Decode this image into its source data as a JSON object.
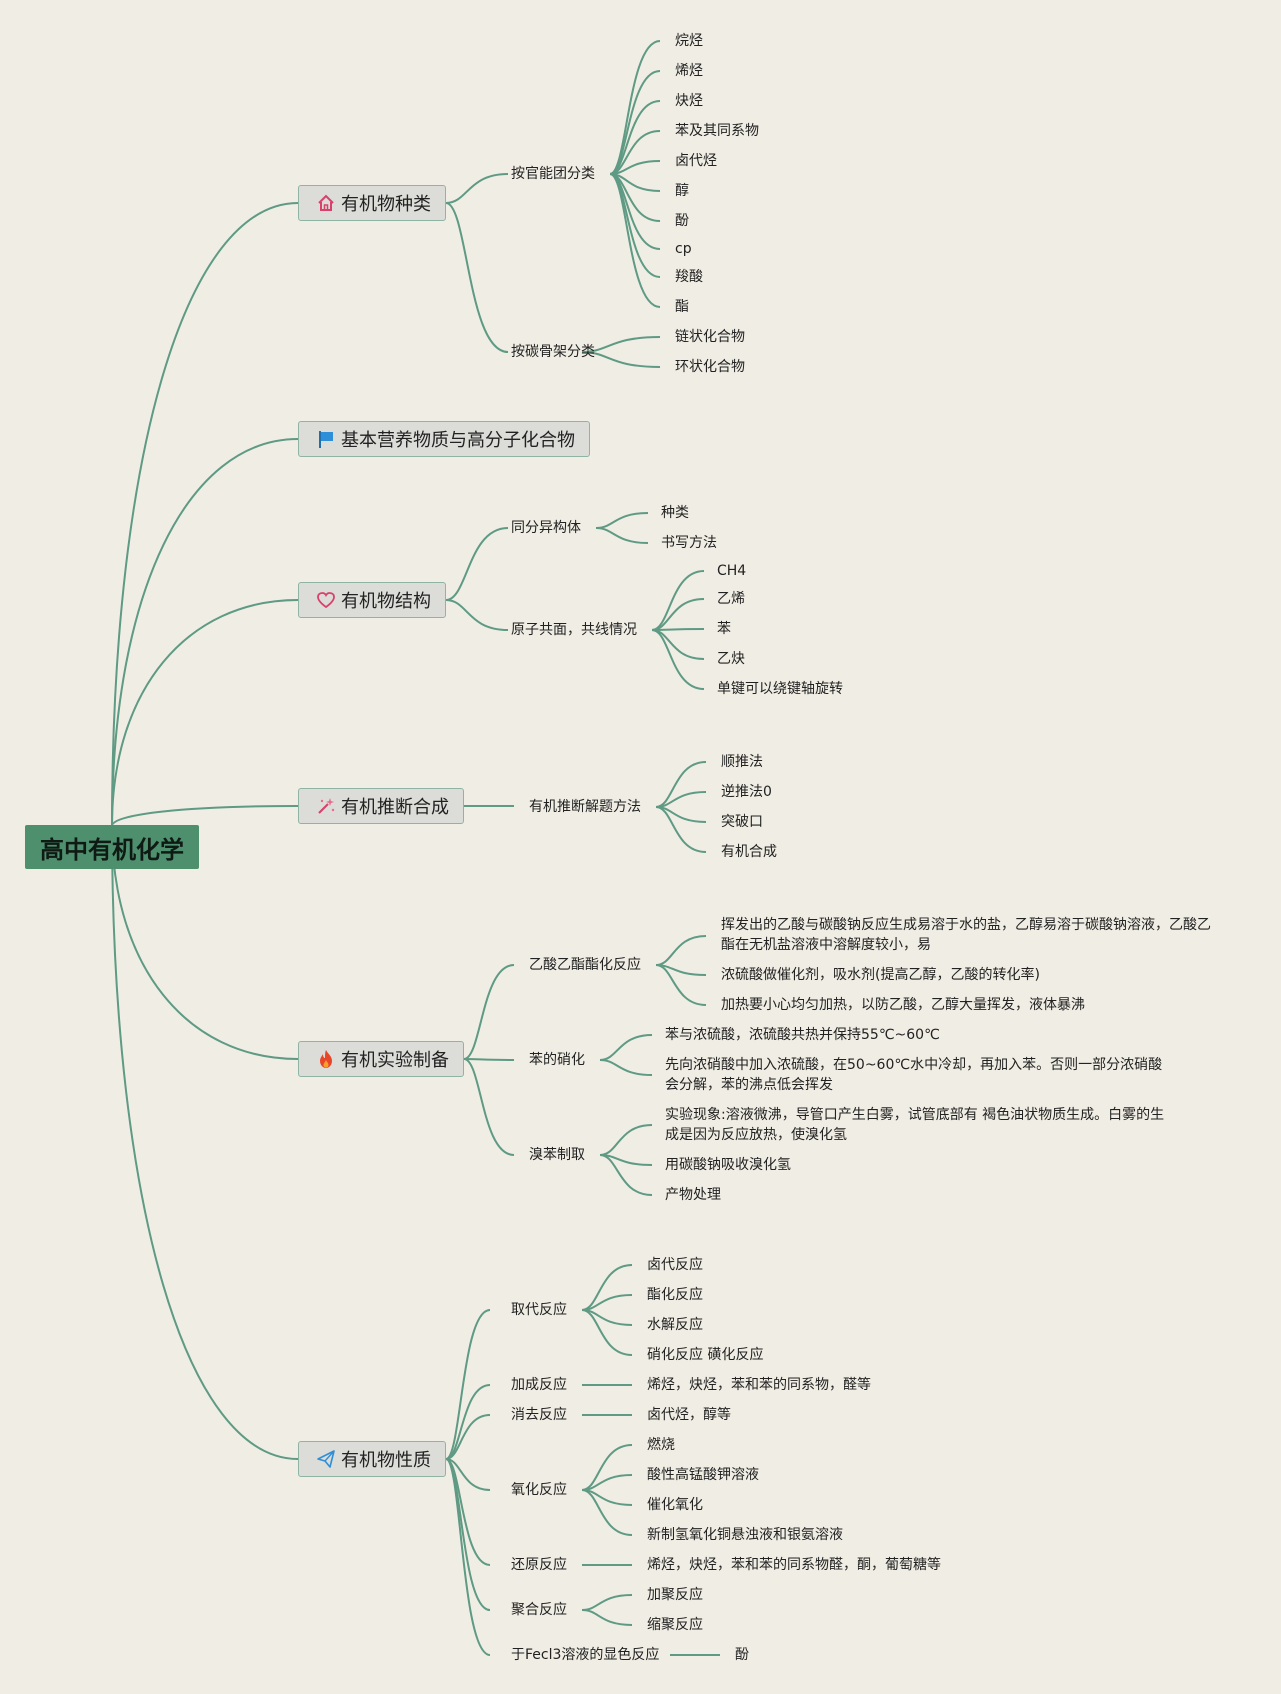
{
  "root": "高中有机化学",
  "colors": {
    "line": "#5e9a84",
    "root_bg": "#4e8f6e",
    "topic_bg": "#dcdcd8",
    "bg": "#f0ede4"
  },
  "topics": {
    "kinds": {
      "label": "有机物种类",
      "icon": "home-icon"
    },
    "nutrition": {
      "label": "基本营养物质与高分子化合物",
      "icon": "flag-icon"
    },
    "structure": {
      "label": "有机物结构",
      "icon": "heart-icon"
    },
    "synthesis": {
      "label": "有机推断合成",
      "icon": "magic-wand-icon"
    },
    "experiment": {
      "label": "有机实验制备",
      "icon": "fire-icon"
    },
    "property": {
      "label": "有机物性质",
      "icon": "paper-plane-icon"
    }
  },
  "kinds": {
    "functional": {
      "label": "按官能团分类",
      "items": [
        "烷烃",
        "烯烃",
        "炔烃",
        "苯及其同系物",
        "卤代烃",
        "醇",
        "酚",
        "cp",
        "羧酸",
        "酯"
      ]
    },
    "skeleton": {
      "label": "按碳骨架分类",
      "items": [
        "链状化合物",
        "环状化合物"
      ]
    }
  },
  "structure": {
    "isomer": {
      "label": "同分异构体",
      "items": [
        "种类",
        "书写方法"
      ]
    },
    "coplanar": {
      "label": "原子共面，共线情况",
      "items": [
        "CH4",
        "乙烯",
        "苯",
        "乙炔",
        "单键可以绕键轴旋转"
      ]
    }
  },
  "synthesis": {
    "method": {
      "label": "有机推断解题方法",
      "items": [
        "顺推法",
        "逆推法0",
        "突破口",
        "有机合成"
      ]
    }
  },
  "experiment": {
    "ester": {
      "label": "乙酸乙酯酯化反应",
      "items": [
        "挥发出的乙酸与碳酸钠反应生成易溶于水的盐，乙醇易溶于碳酸钠溶液，乙酸乙酯在无机盐溶液中溶解度较小，易",
        "浓硫酸做催化剂，吸水剂(提高乙醇，乙酸的转化率)",
        "加热要小心均匀加热，以防乙酸，乙醇大量挥发，液体暴沸"
      ]
    },
    "nitration": {
      "label": "苯的硝化",
      "items": [
        "苯与浓硫酸，浓硫酸共热并保持55℃~60℃",
        "先向浓硝酸中加入浓硫酸，在50~60℃水中冷却，再加入苯。否则一部分浓硝酸会分解，苯的沸点低会挥发"
      ]
    },
    "bromobenzene": {
      "label": "溴苯制取",
      "items": [
        "实验现象:溶液微沸，导管口产生白雾，试管底部有 褐色油状物质生成。白雾的生成是因为反应放热，使溴化氢",
        "用碳酸钠吸收溴化氢",
        "产物处理"
      ]
    }
  },
  "property": {
    "substitution": {
      "label": "取代反应",
      "items": [
        "卤代反应",
        "酯化反应",
        "水解反应",
        "硝化反应 磺化反应"
      ]
    },
    "addition": {
      "label": "加成反应",
      "items": [
        "烯烃，炔烃，苯和苯的同系物，醛等"
      ]
    },
    "elimination": {
      "label": "消去反应",
      "items": [
        "卤代烃，醇等"
      ]
    },
    "oxidation": {
      "label": "氧化反应",
      "items": [
        "燃烧",
        "酸性高锰酸钾溶液",
        "催化氧化",
        "新制氢氧化铜悬浊液和银氨溶液"
      ]
    },
    "reduction": {
      "label": "还原反应",
      "items": [
        "烯烃，炔烃，苯和苯的同系物醛，酮，葡萄糖等"
      ]
    },
    "polymerization": {
      "label": "聚合反应",
      "items": [
        "加聚反应",
        "缩聚反应"
      ]
    },
    "color": {
      "label": "于Fecl3溶液的显色反应",
      "items": [
        "酚"
      ]
    }
  }
}
